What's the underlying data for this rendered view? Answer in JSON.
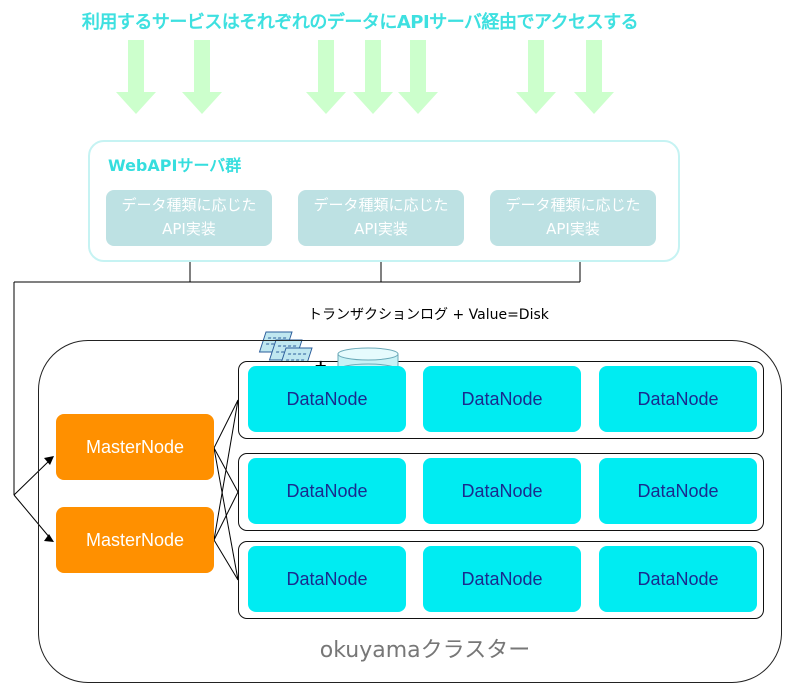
{
  "header": {
    "text": "利用するサービスはそれぞれのデータにAPIサーバ経由でアクセスする"
  },
  "webapi": {
    "title": "WebAPIサーバ群",
    "boxes": [
      {
        "line1": "データ種類に応じた",
        "line2": "API実装"
      },
      {
        "line1": "データ種類に応じた",
        "line2": "API実装"
      },
      {
        "line1": "データ種類に応じた",
        "line2": "API実装"
      }
    ]
  },
  "caption": "トランザクションログ + Value=Disk",
  "plus_sign": "+",
  "cluster": {
    "label": "okuyamaクラスター",
    "masters": [
      "MasterNode",
      "MasterNode"
    ],
    "rows": [
      [
        "DataNode",
        "DataNode",
        "DataNode"
      ],
      [
        "DataNode",
        "DataNode",
        "DataNode"
      ],
      [
        "DataNode",
        "DataNode",
        "DataNode"
      ]
    ]
  },
  "colors": {
    "arrow_fill": "#ccffcc",
    "headline": "#3ee0e0",
    "api_box": "#bde1e3",
    "datanode": "#00ecf2",
    "datanode_text": "#1a2b8e",
    "masternode": "#ff9000"
  },
  "icons": [
    "document-stack-icon",
    "disk-cylinder-icon",
    "down-arrow-icon"
  ]
}
